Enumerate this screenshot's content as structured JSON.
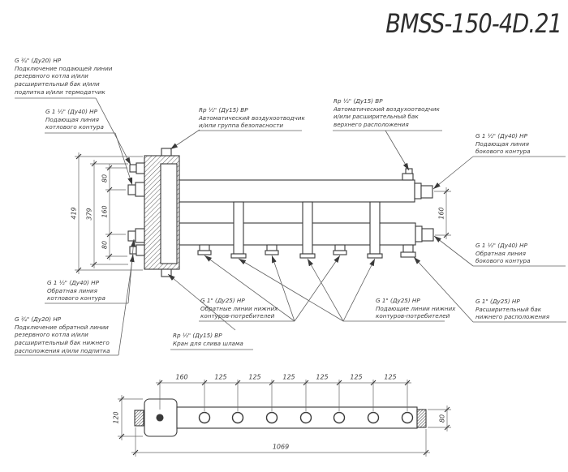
{
  "title": "BMSS-150-4D.21",
  "callouts": {
    "boiler_supply_aux": {
      "size": "G ¾\" (Ду20) НР",
      "desc": "Подключение подающей линии\nрезервного котла и/или\nрасширительный бак и/или\nподпитка и/или термодатчик"
    },
    "boiler_supply": {
      "size": "G 1 ½\" (Ду40) НР",
      "desc": "Подающая линия\nкотлового контура"
    },
    "air_vent": {
      "size": "Rp ½\" (Ду15) ВР",
      "desc": "Автоматический воздухоотводчик\nи/или группа безопасности"
    },
    "air_vent_tank": {
      "size": "Rp ½\" (Ду15) ВР",
      "desc": "Автоматический воздухоотводчик\nи/или расширительный бак\nверхнего расположения"
    },
    "side_supply": {
      "size": "G 1 ½\" (Ду40) НР",
      "desc": "Подающая линия\nбокового контура"
    },
    "side_return": {
      "size": "G 1 ½\" (Ду40) НР",
      "desc": "Обратная линия\nбокового контура"
    },
    "tank_bottom": {
      "size": "G 1\" (Ду25) НР",
      "desc": "Расширительный бак\nнижнего расположения"
    },
    "consumers_return": {
      "size": "G 1\" (Ду25) НР",
      "desc": "Обратные линии нижних\nконтуров-потребителей"
    },
    "consumers_supply": {
      "size": "G 1\" (Ду25) НР",
      "desc": "Подающие линии нижних\nконтуров-потребителей"
    },
    "boiler_return": {
      "size": "G 1 ½\" (Ду40) НР",
      "desc": "Обратная линия\nкотлового контура"
    },
    "boiler_return_aux": {
      "size": "G ¾\" (Ду20) НР",
      "desc": "Подключение обратной линии\nрезервного котла и/или\nрасширительный бак нижнего\nрасположения и/или подпитка"
    },
    "drain": {
      "size": "Rp ½\" (Ду15) ВР",
      "desc": "Кран для слива шлама"
    }
  },
  "dims": {
    "left_total": "419",
    "left_inner": "379",
    "left_gaps": [
      "80",
      "160",
      "80"
    ],
    "right_gap": "160",
    "bottom_first": "160",
    "bottom_pitch": [
      "125",
      "125",
      "125",
      "125",
      "125",
      "125"
    ],
    "bottom_total": "1069",
    "bottom_left_h": "120",
    "bottom_right_h": "80"
  },
  "colors": {
    "line": "#3a3a3a",
    "thin_line": "#606060",
    "background": "#ffffff"
  }
}
